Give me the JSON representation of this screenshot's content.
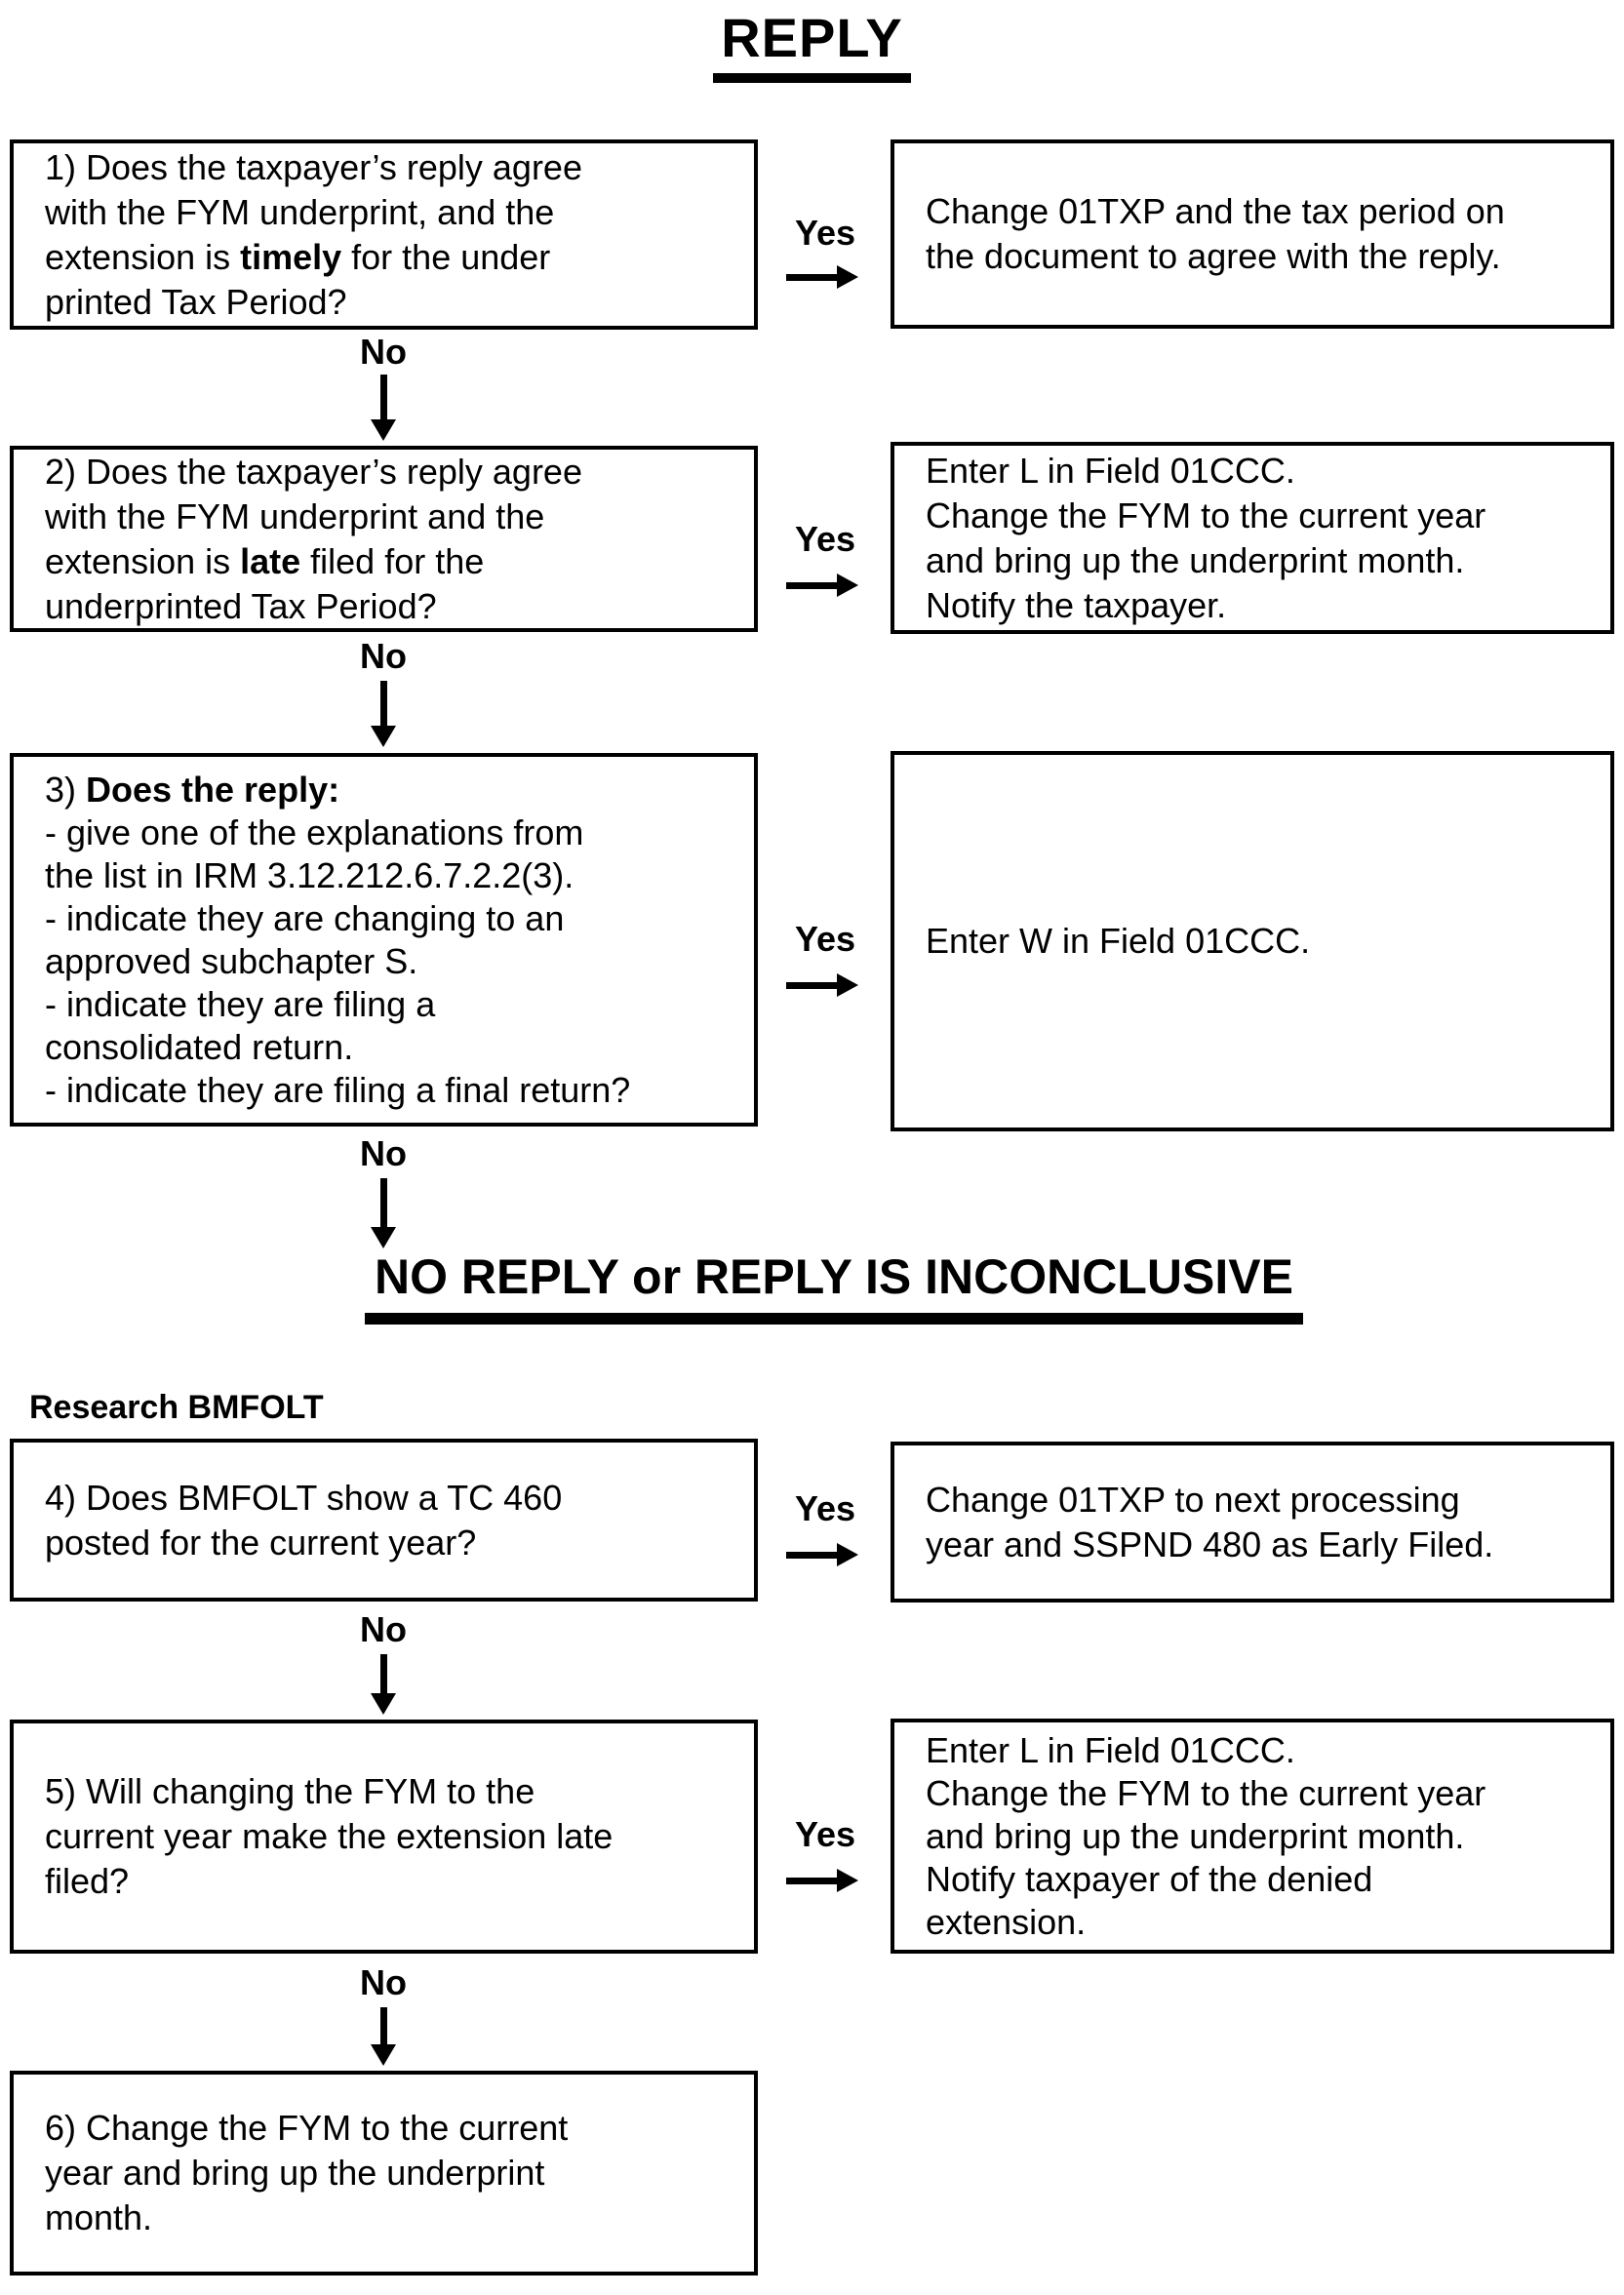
{
  "title": "REPLY",
  "labels": {
    "yes": "Yes",
    "no": "No"
  },
  "reply_section": {
    "steps": [
      {
        "question_lines": [
          "1) Does the taxpayer’s reply agree",
          "with the FYM underprint, and the",
          "extension is **timely** for the under",
          "printed Tax Period?"
        ],
        "action_lines": [
          "Change 01TXP and the tax period on",
          "the document to agree with the reply."
        ]
      },
      {
        "question_lines": [
          "2) Does the taxpayer’s reply agree",
          "with the FYM underprint and the",
          "extension is **late** filed for the",
          "underprinted Tax Period?"
        ],
        "action_lines": [
          "Enter L in Field 01CCC.",
          "Change the FYM to the current year",
          "and bring up the underprint month.",
          "Notify the taxpayer."
        ]
      },
      {
        "question_lines": [
          "3) **Does the reply:**",
          "- give one of the explanations from",
          "the list in IRM 3.12.212.6.7.2.2(3).",
          "- indicate they are changing to an",
          "approved subchapter S.",
          "- indicate they are filing a",
          "consolidated return.",
          "- indicate they are filing a final return?"
        ],
        "action_lines": [
          "Enter W in Field 01CCC."
        ]
      }
    ]
  },
  "no_reply_section": {
    "heading": "NO REPLY or REPLY IS INCONCLUSIVE",
    "research_label": "Research BMFOLT",
    "steps": [
      {
        "question_lines": [
          "4) Does BMFOLT show a TC 460",
          "posted for the current year?"
        ],
        "action_lines": [
          "Change 01TXP to next processing",
          "year and SSPND 480 as Early Filed."
        ]
      },
      {
        "question_lines": [
          "5) Will changing the FYM to the",
          "current year make the extension late",
          "filed?"
        ],
        "action_lines": [
          "Enter L in Field 01CCC.",
          "Change the FYM to the current year",
          "and bring up the underprint month.",
          "Notify taxpayer of the denied",
          "extension."
        ]
      },
      {
        "question_lines": [
          "6) Change the FYM to the current",
          "year and bring up the underprint",
          "month."
        ],
        "action_lines": []
      }
    ]
  }
}
